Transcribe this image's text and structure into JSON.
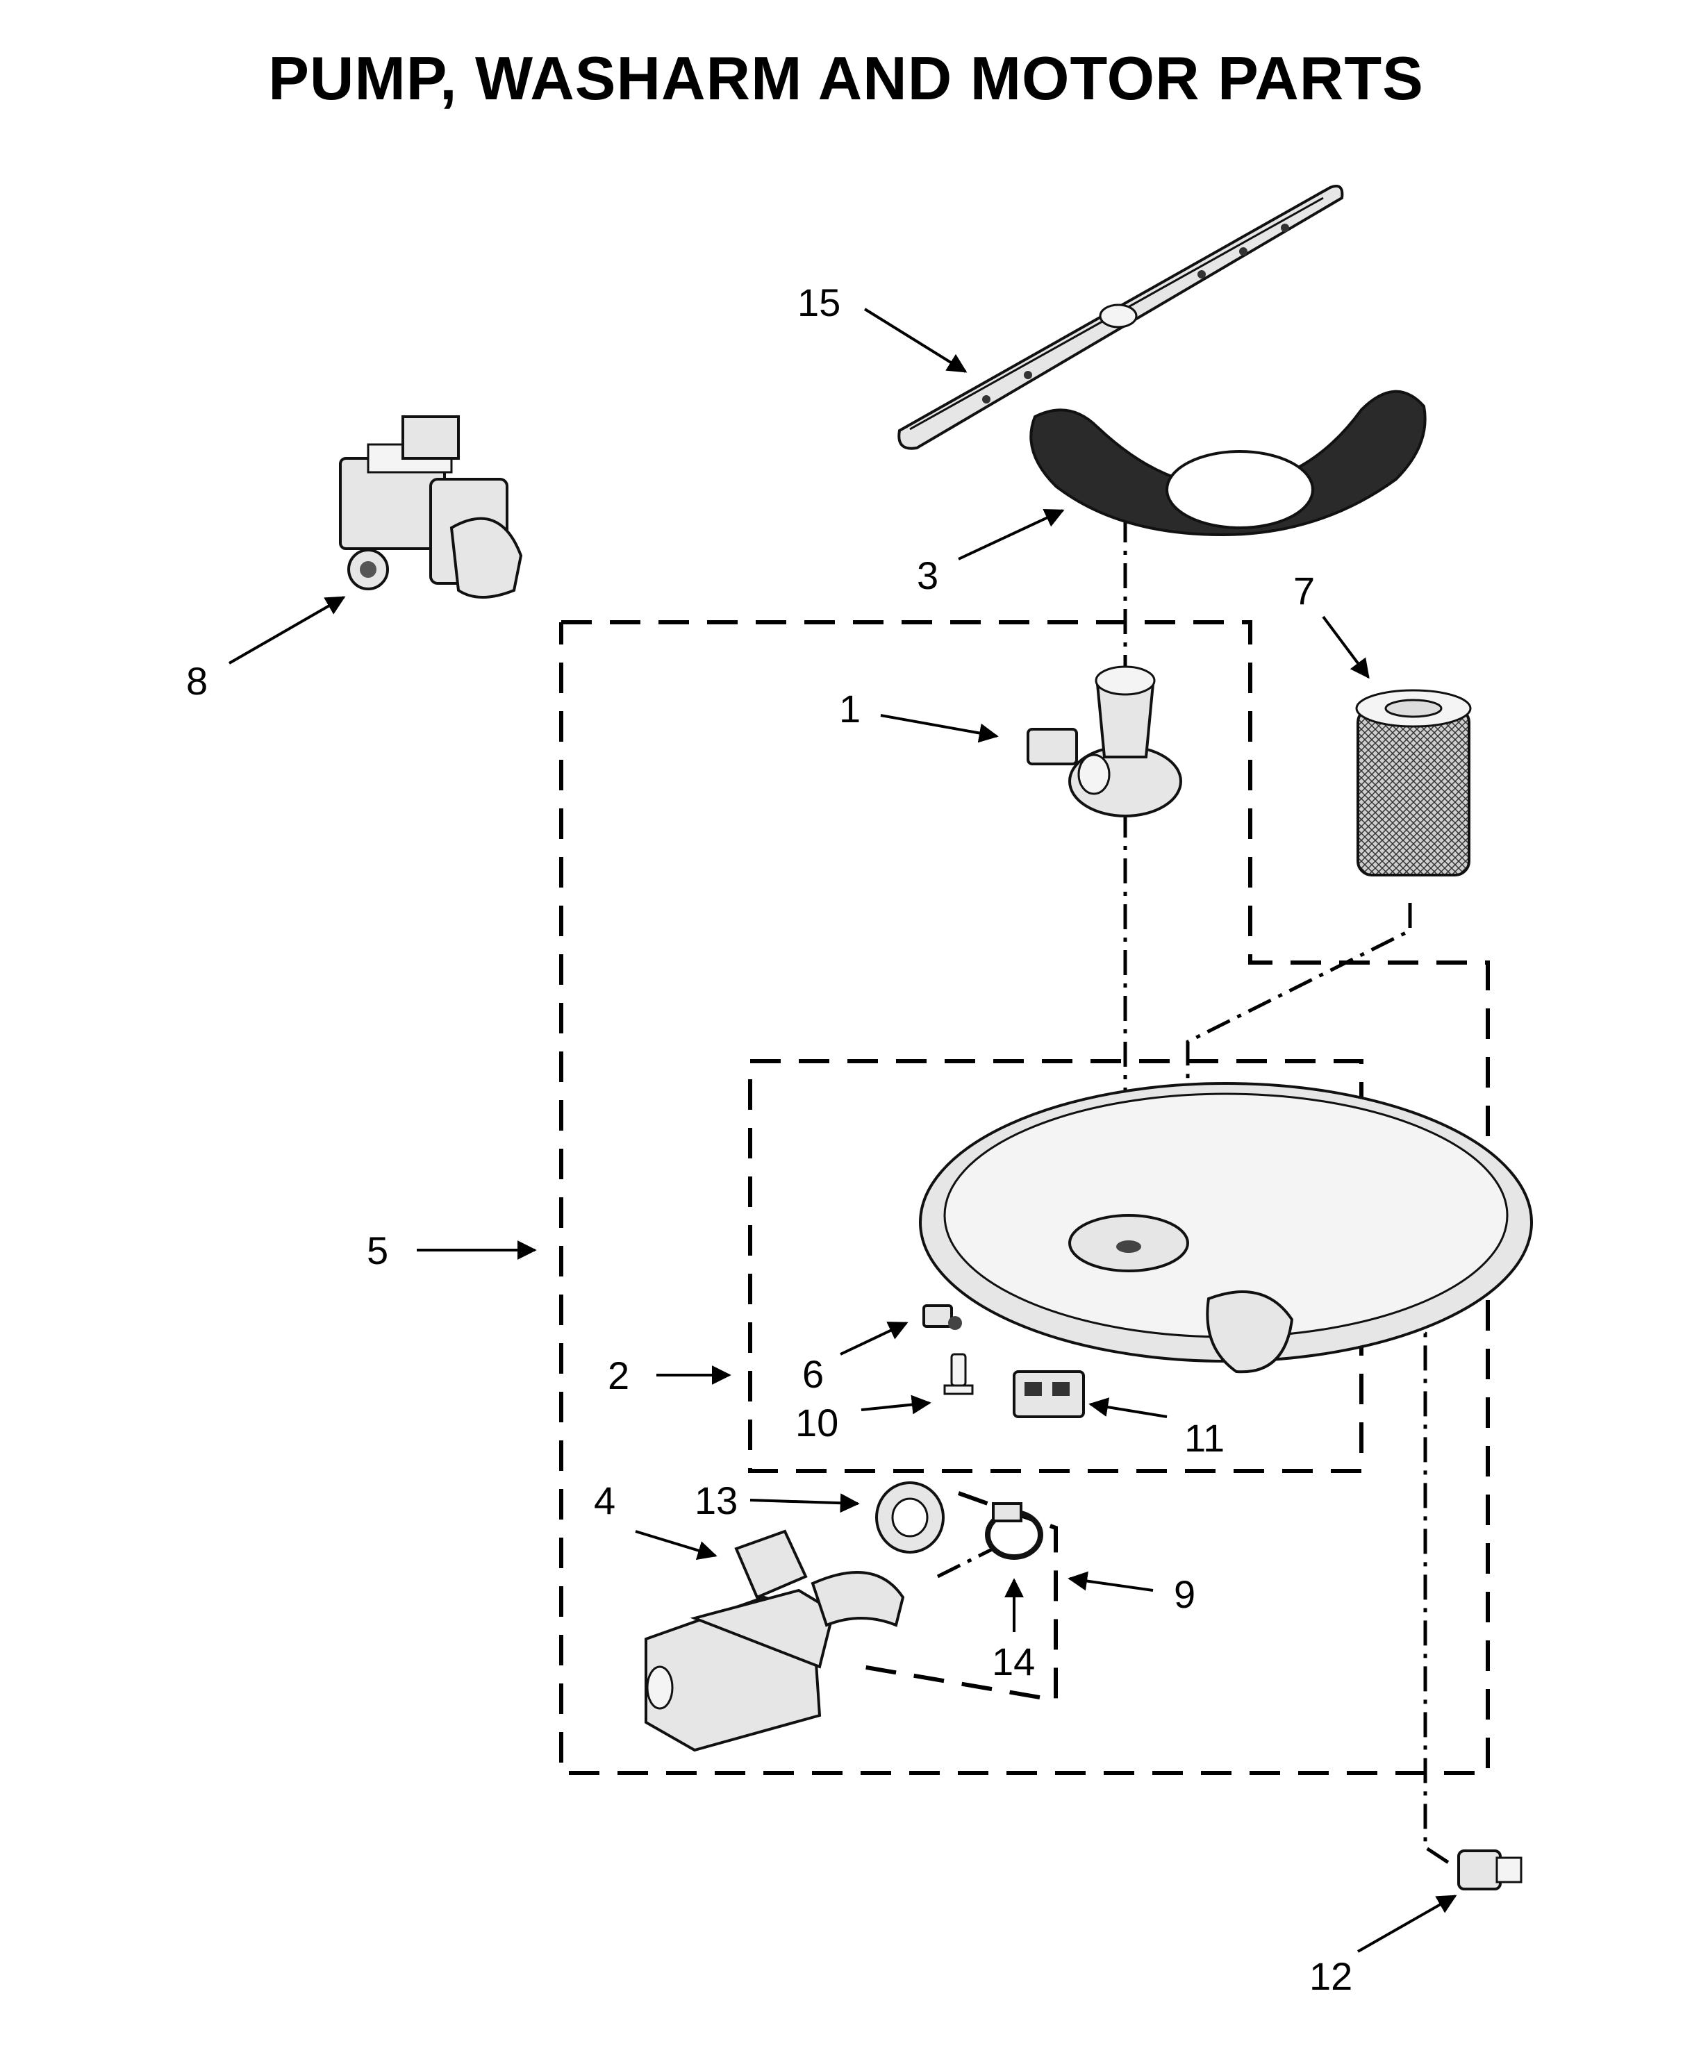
{
  "title": "PUMP, WASHARM AND MOTOR PARTS",
  "callouts": {
    "c1": "1",
    "c2": "2",
    "c3": "3",
    "c4": "4",
    "c5": "5",
    "c6": "6",
    "c7": "7",
    "c8": "8",
    "c9": "9",
    "c10": "10",
    "c11": "11",
    "c12": "12",
    "c13": "13",
    "c14": "14",
    "c15": "15"
  }
}
